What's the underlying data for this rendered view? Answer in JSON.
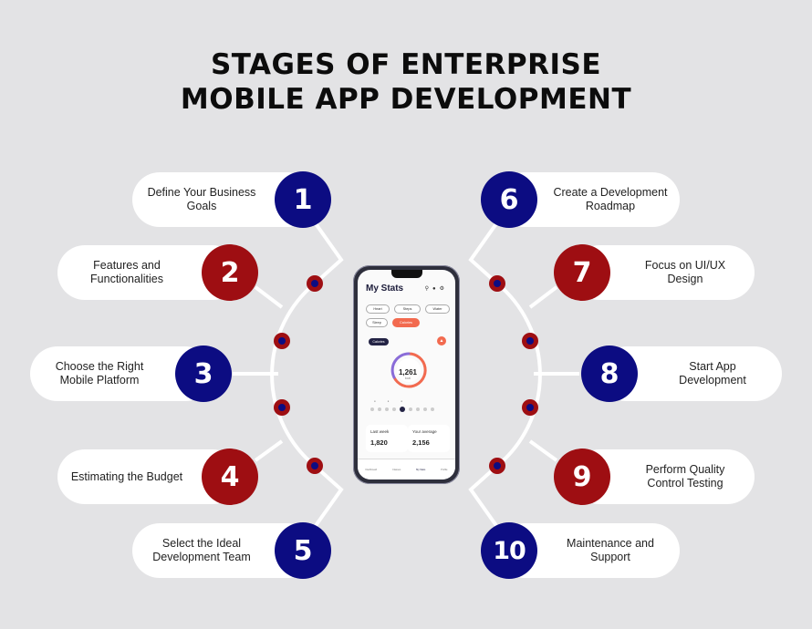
{
  "title": {
    "line1": "STAGES OF ENTERPRISE",
    "line2": "MOBILE APP DEVELOPMENT"
  },
  "colors": {
    "navy": "#0c0c82",
    "red": "#9e0e12",
    "background": "#e3e3e5"
  },
  "stages": [
    {
      "number": "1",
      "line1": "Define Your Business",
      "line2": "Goals",
      "color": "navy"
    },
    {
      "number": "2",
      "line1": "Features and",
      "line2": "Functionalities",
      "color": "red"
    },
    {
      "number": "3",
      "line1": "Choose the Right",
      "line2": "Mobile Platform",
      "color": "navy"
    },
    {
      "number": "4",
      "line1": "Estimating the Budget",
      "line2": "",
      "color": "red"
    },
    {
      "number": "5",
      "line1": "Select the Ideal",
      "line2": "Development Team",
      "color": "navy"
    },
    {
      "number": "6",
      "line1": "Create a Development",
      "line2": "Roadmap",
      "color": "navy"
    },
    {
      "number": "7",
      "line1": "Focus on UI/UX",
      "line2": "Design",
      "color": "red"
    },
    {
      "number": "8",
      "line1": "Start App",
      "line2": "Development",
      "color": "navy"
    },
    {
      "number": "9",
      "line1": "Perform Quality",
      "line2": "Control Testing",
      "color": "red"
    },
    {
      "number": "10",
      "line1": "Maintenance and",
      "line2": "Support",
      "color": "navy"
    }
  ],
  "phone": {
    "app_title": "My Stats",
    "chips": [
      "Heart",
      "Steps",
      "Water",
      "Sleep",
      "Calories"
    ],
    "tag": "Calories",
    "big_value": "1,261",
    "big_sub": "kcal",
    "stat_left_label": "Last week",
    "stat_left_value": "1,820",
    "stat_right_label": "Your average",
    "stat_right_value": "2,156",
    "nav": [
      "Dashboard",
      "Classes",
      "My Stats",
      "Profile"
    ]
  }
}
